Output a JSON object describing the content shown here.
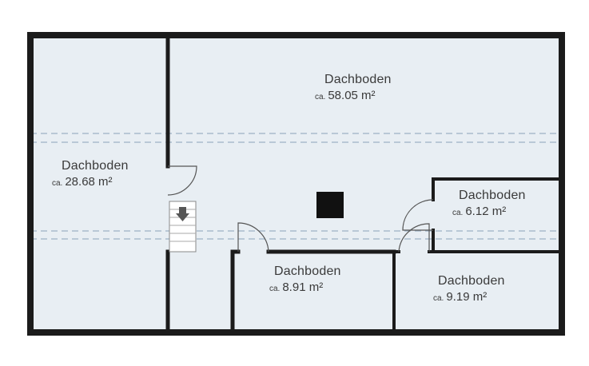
{
  "plan": {
    "colors": {
      "floor": "#e8eef3",
      "wall": "#1b1b1b",
      "dashed_line": "#a9bccd",
      "stair_arrow": "#555555"
    },
    "rooms": [
      {
        "id": "large-attic",
        "name": "Dachboden",
        "area_prefix": "ca.",
        "area": "58.05 m²"
      },
      {
        "id": "left-attic",
        "name": "Dachboden",
        "area_prefix": "ca.",
        "area": "28.68 m²"
      },
      {
        "id": "upper-right-attic",
        "name": "Dachboden",
        "area_prefix": "ca.",
        "area": "6.12 m²"
      },
      {
        "id": "lower-middle-attic",
        "name": "Dachboden",
        "area_prefix": "ca.",
        "area": "8.91 m²"
      },
      {
        "id": "lower-right-attic",
        "name": "Dachboden",
        "area_prefix": "ca.",
        "area": "9.19 m²"
      }
    ],
    "stair_icon": "down-arrow-icon",
    "chimney_icon": "chimney-square"
  }
}
